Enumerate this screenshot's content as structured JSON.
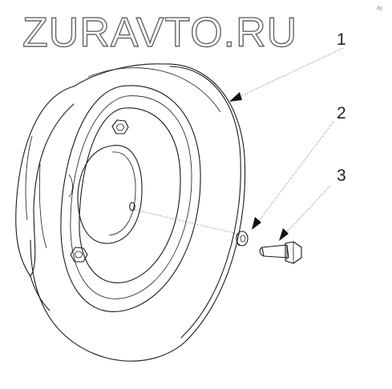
{
  "watermark": {
    "text": "ZURAVTO.RU"
  },
  "corner_mark": "áç",
  "callouts": [
    {
      "number": "1"
    },
    {
      "number": "2"
    },
    {
      "number": "3"
    }
  ]
}
